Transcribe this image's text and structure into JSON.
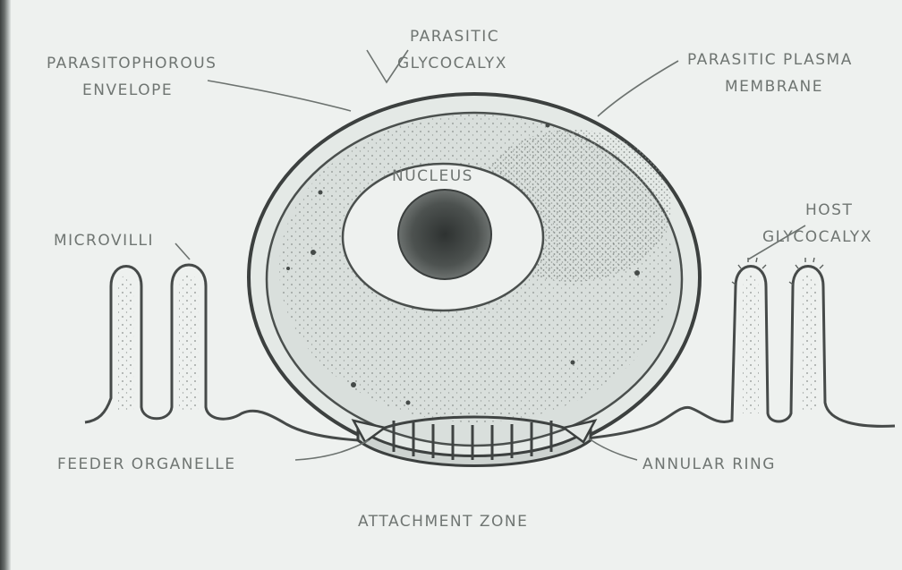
{
  "labels": {
    "parasitophorous_envelope": [
      "PARASITOPHOROUS",
      "ENVELOPE"
    ],
    "parasitic_glycocalyx": [
      "PARASITIC",
      "GLYCOCALYX"
    ],
    "parasitic_plasma_membrane": [
      "PARASITIC PLASMA",
      "MEMBRANE"
    ],
    "nucleus": "NUCLEUS",
    "microvilli": "MICROVILLI",
    "host_glycocalyx": [
      "HOST",
      "GLYCOCALYX"
    ],
    "feeder_organelle": "FEEDER ORGANELLE",
    "annular_ring": "ANNULAR RING",
    "attachment_zone": "ATTACHMENT ZONE"
  },
  "colors": {
    "ink": "#3c403f",
    "label": "#6f7572",
    "cytoplasm": "#c9d0cd",
    "nucleus": "#4d5250",
    "paper": "#eef1ef"
  }
}
